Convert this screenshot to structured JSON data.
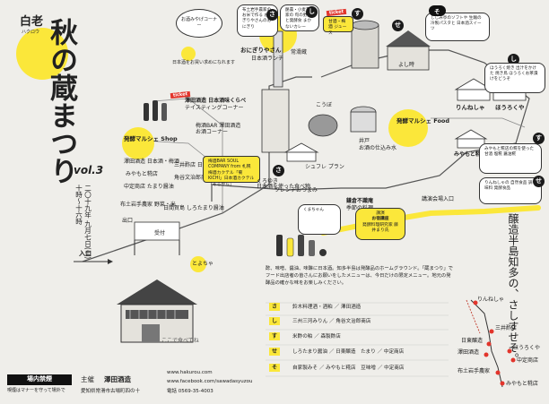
{
  "title": {
    "logo": "白老",
    "logo_sub": "ハクロウ",
    "main": "秋の蔵まつり",
    "vol": "vol.3",
    "date": "二〇十九年 九月七日(土)",
    "time": "十時〜十六時"
  },
  "entrance": "入口",
  "footer": {
    "venue_label": "場内禁煙",
    "venue_note": "喫煙はマナーを守って場外で",
    "organizer_label": "主催",
    "organizer_name": "澤田酒造",
    "address": "愛知県常滑市古場町四の十",
    "url1": "www.hakurou.com",
    "url2": "www.facebook.com/sawadasyuzou",
    "tel_label": "電話",
    "tel": "0569-35-4003"
  },
  "map_labels": {
    "omiyage": "お酒みやげコーナー",
    "omiyage_sub": "日本酒をお買い求めになれます",
    "sawada_taste": "澤田酒造 日本酒味くらべ",
    "sawada_taste_sub": "テイスティングコーナー",
    "umeshu_bar": "梅酒BAR 澤田酒造",
    "umeshu_bar_sub": "お酒コーナー",
    "hakko_shop": "発酵マルシェ Shop",
    "shop_list1": "澤田酒造 日本酒・梅酒",
    "shop_list2": "みやもと糀店",
    "shop_list3": "中定商店 たまり醤油",
    "shop_list4": "三井酢店 日本酢 みりん",
    "shop_list5": "角谷文治郎商店 三州三河みりん",
    "shop_list6": "布土岩手農家 野菜・米",
    "shop_list7": "日間賀島 しろたまり醤油",
    "exit": "出口",
    "uketsuke": "受付",
    "soul_company": "梅酒BAR SOUL COMPANY from 札幌",
    "soul_company_sub": "梅酒カクテル「菊 KICHI」日本酒カクテル「そるから」",
    "onigiri": "おにぎりやさん",
    "onigiri_sub": "日本酒ランチ",
    "ohitsuji": "旬の野菜と梅酒のサンドと各種ドリンク",
    "amazake": "甘酒・梅酒 ジュース",
    "koubo": "こうぼ",
    "jozo": "常滑蔵",
    "yoshimura": "よし時",
    "hakko_food": "発酵マルシェ Food",
    "ido": "井戸",
    "ido_sub": "お酒の仕込み水",
    "shufure": "シュフレ プラン",
    "shufure_sub": "フレンチおつまみ",
    "ringoya": "りんねしゃ",
    "hourokuya": "ほうろくや",
    "miyamoto": "みやもと糀店",
    "kamakura": "鎌倉不識庵",
    "kamakura_sub": "季節の料理",
    "kuma": "くまちゃん",
    "kouen": "講演",
    "kouen_title": "お宿講座",
    "kouen_desc": "発酵料理研究家 藤井まり氏",
    "kaijo": "講演会場入口",
    "toyo": "とよちゃ",
    "toyo_note": "ここで食べてね",
    "kuroyuki": "くろゆき",
    "kuroyuki_sub": "日本酒を使った食べ物"
  },
  "bubbles": {
    "onigiri": "布土岩手農家のお米で作る おにぎりやさんのおにぎり",
    "ohitsuji": "酪農・小麦農家の 旬の野菜と発酵食 まかないカレー",
    "shijimi": "しじみ亭のソフトや 生麺の冷製パスタと 日本酒スイーツ",
    "hourokuya": "ほうろく焼き 出汁をかけた 焼き鳥 ほうろくお茶漬けをどうぞ",
    "ringo": "りんねしゃの 自然食品 調味料 発酵食品",
    "miyamoto": "みやもと糀店の糀を使った 甘酒 塩糀 醤油糀"
  },
  "tickets": [
    "ticket",
    "ticket",
    "ticket"
  ],
  "description": "酢、味噌、醤油、味醂に日本酒。知多半島は発酵品のホームグラウンド。「蔵まつり」でフード出店者の皆さんにお願いをしたメニューは、今日だけの限定メニュー。地元の発酵品の確かな味をお楽しみください。",
  "roster": [
    {
      "key": "さ",
      "text": "鈴木料理酒・酒粕 ／ 澤田酒造"
    },
    {
      "key": "し",
      "text": "三州三河みりん ／ 角谷文治郎商店"
    },
    {
      "key": "す",
      "text": "米酢の粕 ／ 森製酢店"
    },
    {
      "key": "せ",
      "text": "しろたまり醤油 ／ 日東醸造　たまり ／ 中定商店"
    },
    {
      "key": "そ",
      "text": "自家製みそ ／ みやもと糀店　豆味噌 ／ 中定商店"
    }
  ],
  "sashisuseso": "醸造半島知多の、さしすせそ。",
  "regional_labels": [
    "りんねしゃ",
    "三井酢店",
    "日東醸造",
    "澤田酒造",
    "ほうろくや",
    "中定商店",
    "布土岩手農家",
    "みやもと糀店"
  ],
  "colors": {
    "accent": "#fbe73a",
    "ink": "#1a1a1a",
    "tag": "#e2352c",
    "paper": "#efeeea"
  }
}
